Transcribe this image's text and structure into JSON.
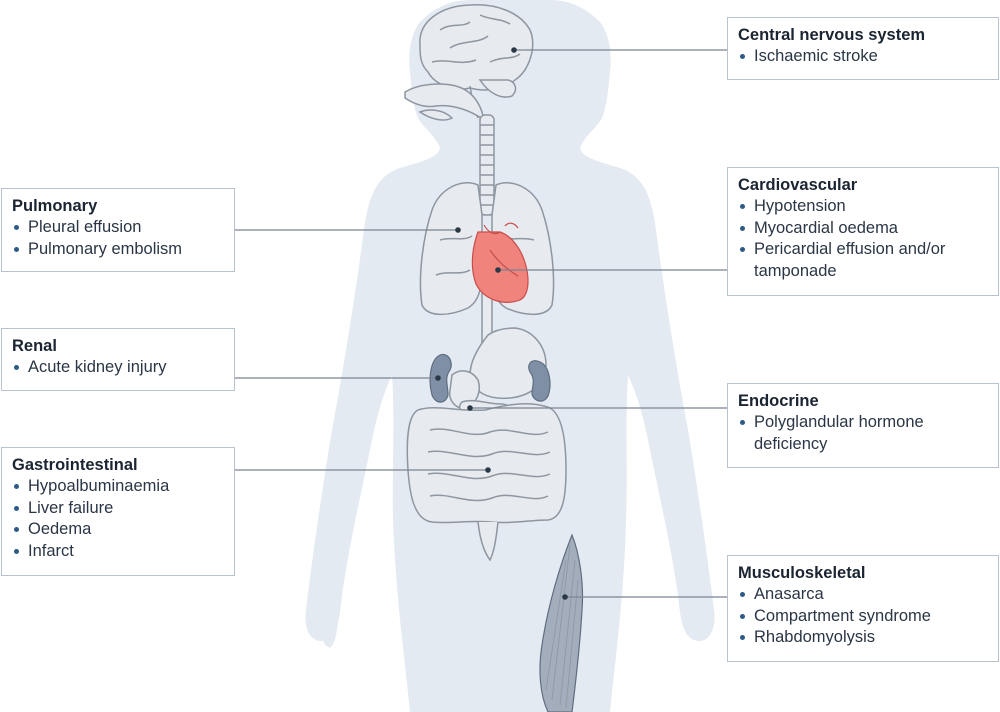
{
  "systems": {
    "cns": {
      "title": "Central nervous system",
      "items": [
        "Ischaemic stroke"
      ]
    },
    "pulmonary": {
      "title": "Pulmonary",
      "items": [
        "Pleural effusion",
        "Pulmonary embolism"
      ]
    },
    "cardiovascular": {
      "title": "Cardiovascular",
      "items": [
        "Hypotension",
        "Myocardial oedema",
        "Pericardial effusion and/or tamponade"
      ]
    },
    "renal": {
      "title": "Renal",
      "items": [
        "Acute kidney injury"
      ]
    },
    "endocrine": {
      "title": "Endocrine",
      "items": [
        "Polyglandular hormone deficiency"
      ]
    },
    "gastrointestinal": {
      "title": "Gastrointestinal",
      "items": [
        "Hypoalbuminaemia",
        "Liver failure",
        "Oedema",
        "Infarct"
      ]
    },
    "musculoskeletal": {
      "title": "Musculoskeletal",
      "items": [
        "Anasarca",
        "Compartment syndrome",
        "Rhabdomyolysis"
      ]
    }
  },
  "colors": {
    "silhouette": "#e4eaf1",
    "organ_fill": "#e7eaee",
    "organ_stroke": "#8d96a1",
    "heart_fill": "#f0837c",
    "kidney_fill": "#7f8fa5",
    "muscle_fill": "#a4adbb",
    "leader_line": "#7a8592",
    "bullet": "#2d5b86"
  }
}
